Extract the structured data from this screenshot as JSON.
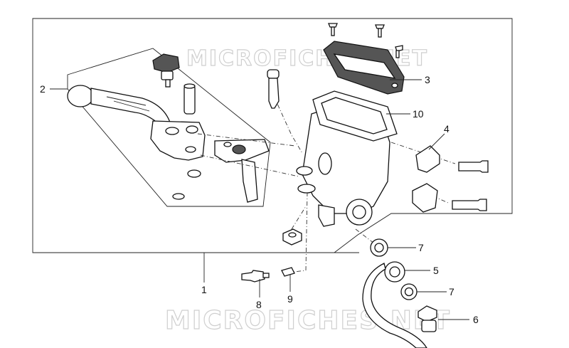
{
  "watermark": {
    "top": "MICROFICHES.NET",
    "bottom": "MICROFICHES.NET"
  },
  "callouts": [
    "1",
    "2",
    "3",
    "4",
    "5",
    "6",
    "7",
    "7",
    "8",
    "9",
    "10"
  ]
}
